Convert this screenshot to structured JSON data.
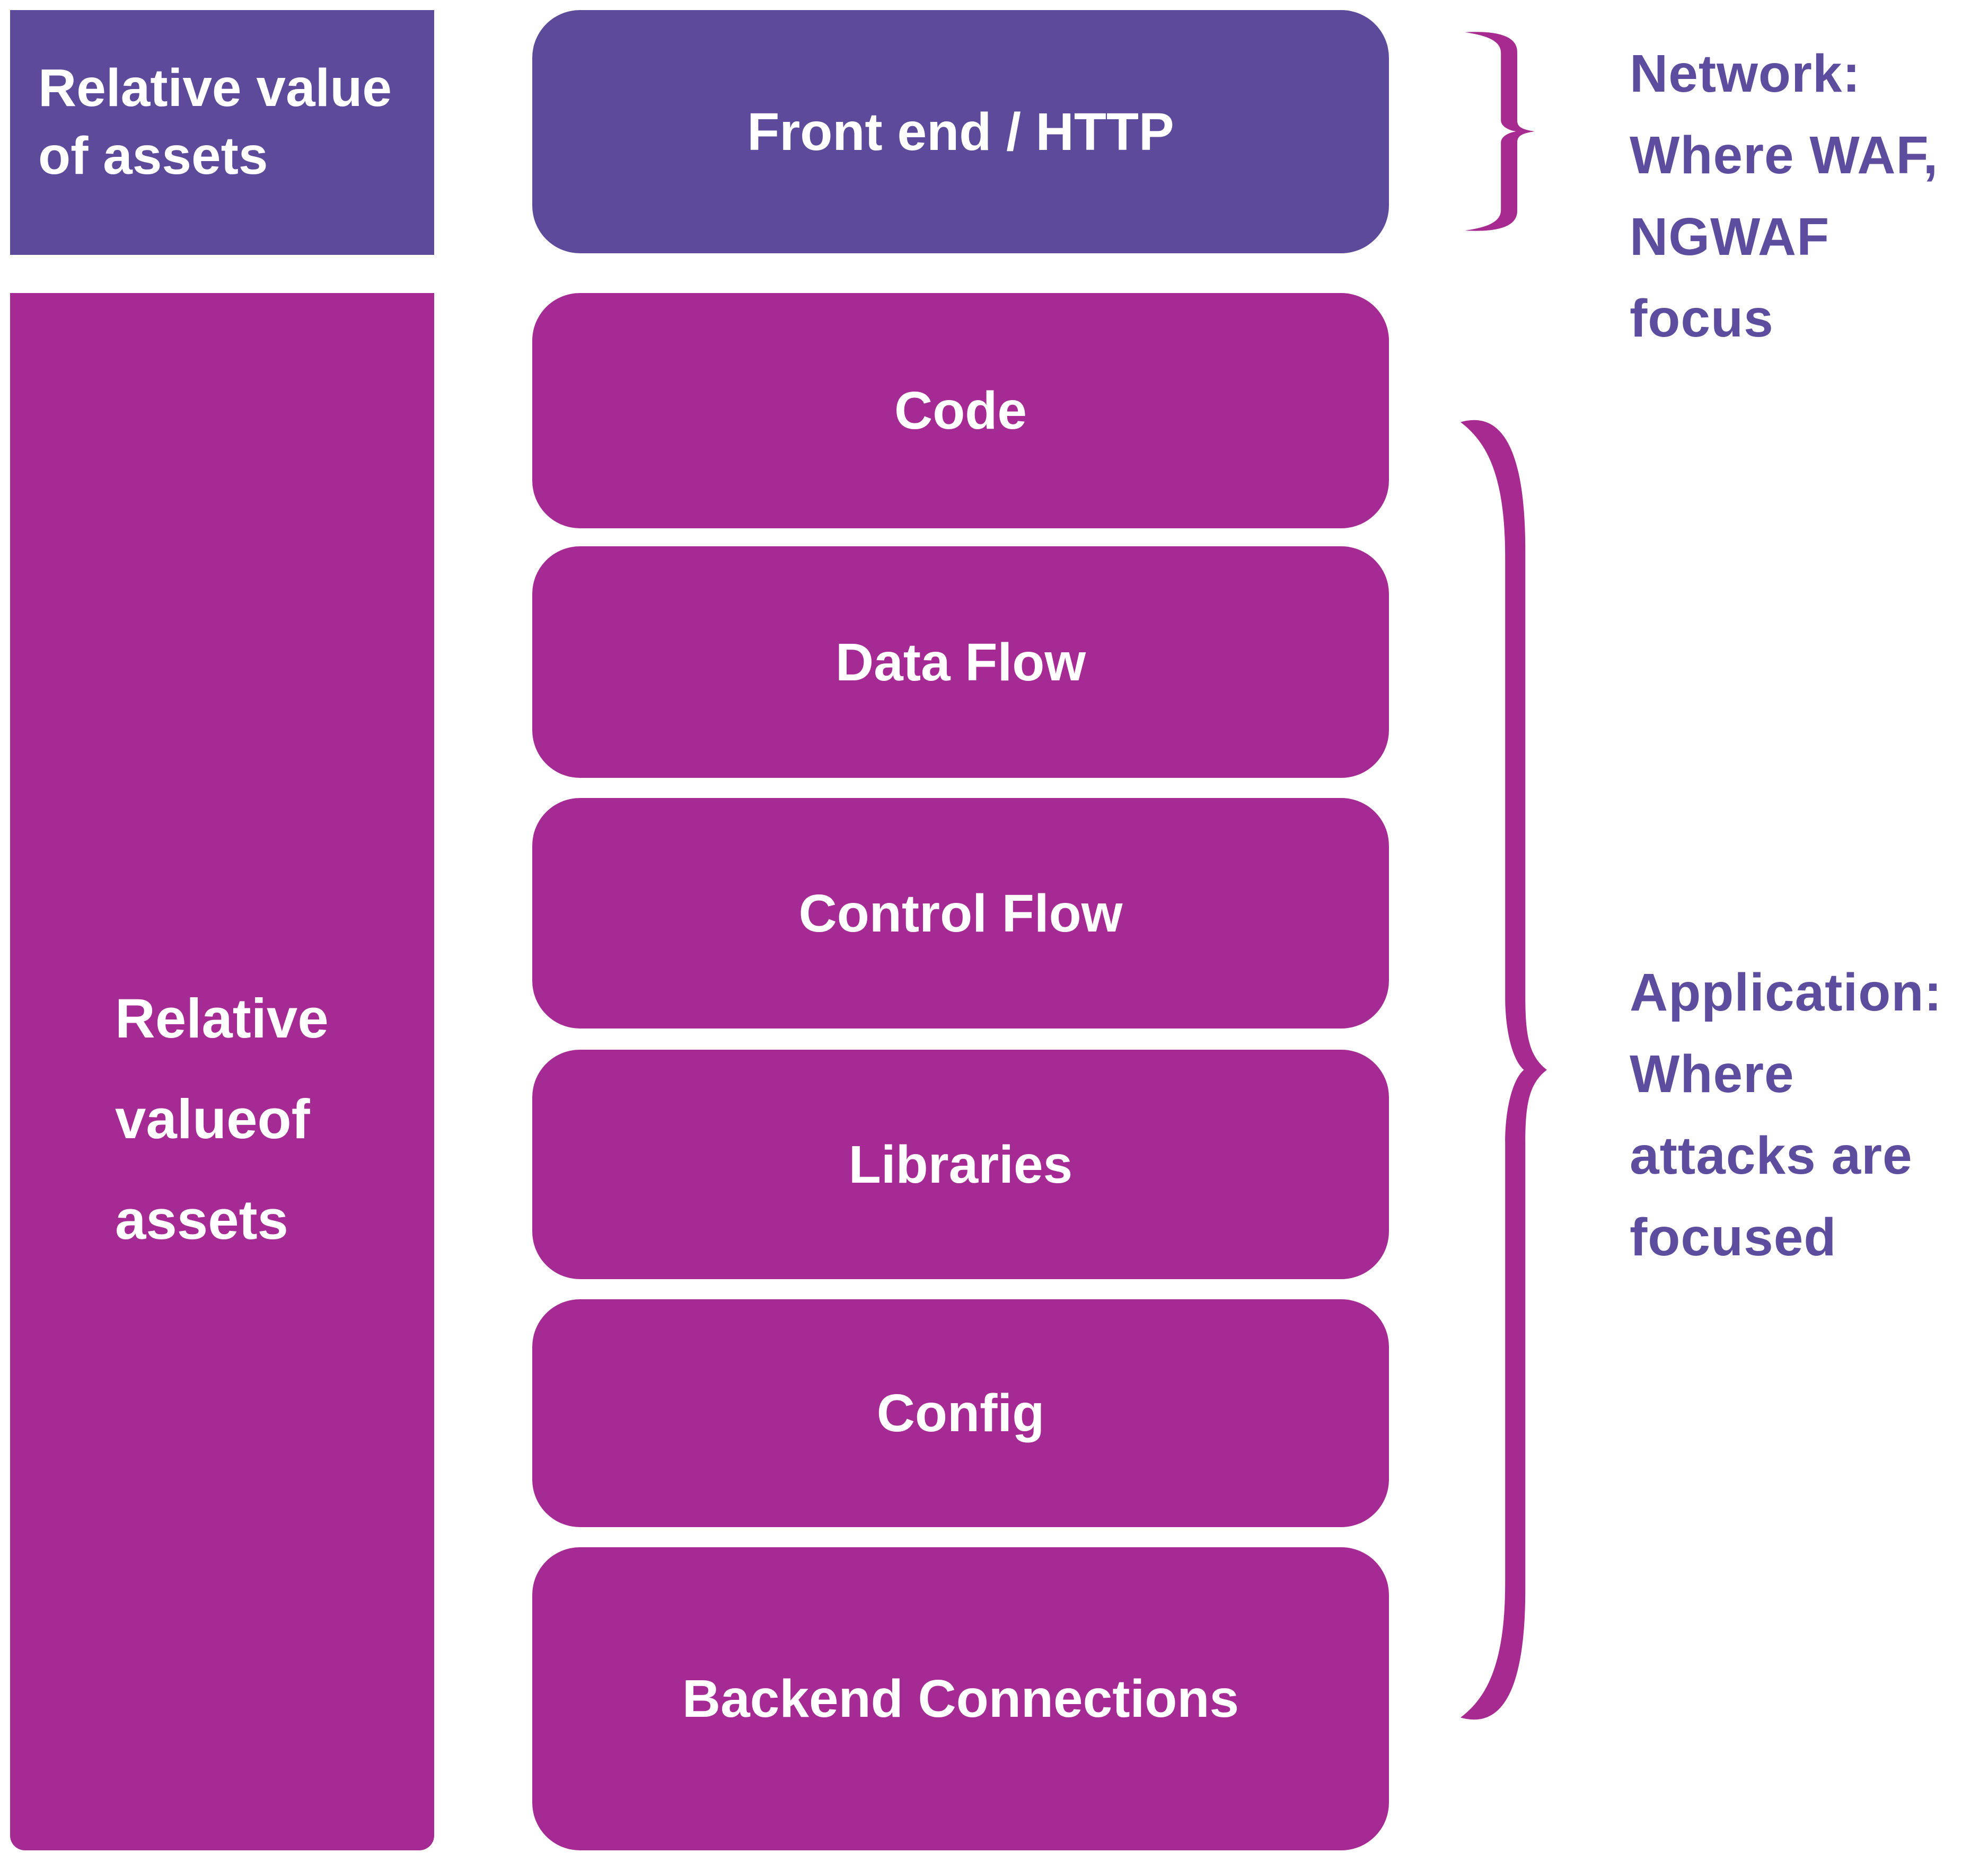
{
  "palette": {
    "purple": "#5e4a9b",
    "magenta": "#a62a93",
    "brace": "#a72a90",
    "annotation_text": "#5e4d9f",
    "box_text": "#ffffff",
    "background": "#ffffff"
  },
  "left_column": {
    "top_box": {
      "line1": "Relative value",
      "line2": "of assets"
    },
    "tall_box": {
      "line1": "Relative",
      "line2": "valueof",
      "line3": "assets"
    }
  },
  "stack": {
    "boxes": [
      {
        "label": "Front end / HTTP"
      },
      {
        "label": "Code"
      },
      {
        "label": "Data Flow"
      },
      {
        "label": "Control Flow"
      },
      {
        "label": "Libraries"
      },
      {
        "label": "Config"
      },
      {
        "label": "Backend Connections"
      }
    ]
  },
  "annotations": {
    "network": {
      "line1": "Network:",
      "line2": "Where WAF,",
      "line3": "NGWAF focus"
    },
    "application": {
      "line1": "Application:",
      "line2": "Where",
      "line3": "attacks are",
      "line4": "focused"
    }
  }
}
